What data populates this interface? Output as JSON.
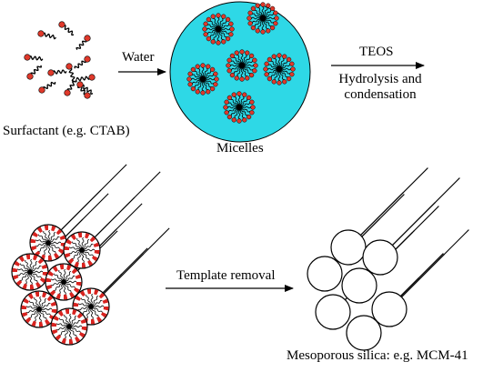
{
  "labels": {
    "surfactant": "Surfactant (e.g. CTAB)",
    "water": "Water",
    "micelles": "Micelles",
    "teos": "TEOS",
    "hydrolysis_line1": "Hydrolysis and",
    "hydrolysis_line2": "condensation",
    "template_removal": "Template removal",
    "mesoporous": "Mesoporous silica: e.g. MCM-41"
  },
  "colors": {
    "micelle_pool": "#2ed8e6",
    "head_group": "#e0392b",
    "tail": "#000000",
    "stripe_red": "#d8231f",
    "outline": "#000000"
  }
}
